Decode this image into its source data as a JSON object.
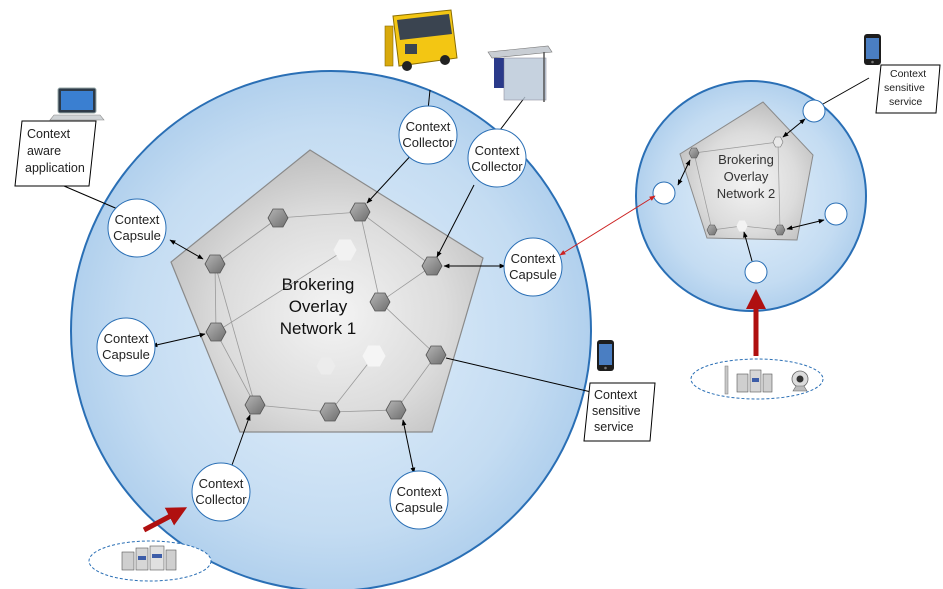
{
  "colors": {
    "cloud_fill": "#bcd7f0",
    "cloud_edge": "#2a6fb5",
    "pentagon_fill": "#d6d6d6",
    "link_black": "#000000",
    "link_red": "#cc2222",
    "input_arrow": "#b01010"
  },
  "network1": {
    "title_line1": "Brokering",
    "title_line2": "Overlay",
    "title_line3": "Network 1"
  },
  "network2": {
    "title_line1": "Brokering",
    "title_line2": "Overlay",
    "title_line3": "Network 2"
  },
  "nodes": {
    "collector_top": {
      "line1": "Context",
      "line2": "Collector"
    },
    "collector_right": {
      "line1": "Context",
      "line2": "Collector"
    },
    "collector_bottom": {
      "line1": "Context",
      "line2": "Collector"
    },
    "capsule_left_top": {
      "line1": "Context",
      "line2": "Capsule"
    },
    "capsule_left_mid": {
      "line1": "Context",
      "line2": "Capsule"
    },
    "capsule_right": {
      "line1": "Context",
      "line2": "Capsule"
    },
    "capsule_bottom": {
      "line1": "Context",
      "line2": "Capsule"
    }
  },
  "notes": {
    "context_aware_app": {
      "line1": "Context",
      "line2": "aware",
      "line3": "application"
    },
    "context_sensitive_1": {
      "line1": "Context",
      "line2": "sensitive",
      "line3": "service"
    },
    "context_sensitive_2": {
      "line1": "Context",
      "line2": "sensitive",
      "line3": "service"
    }
  },
  "icons": [
    "laptop-icon",
    "bus-icon",
    "bus-stop-icon",
    "smartphone-icon",
    "sensor-devices-icon",
    "webcam-icon"
  ]
}
